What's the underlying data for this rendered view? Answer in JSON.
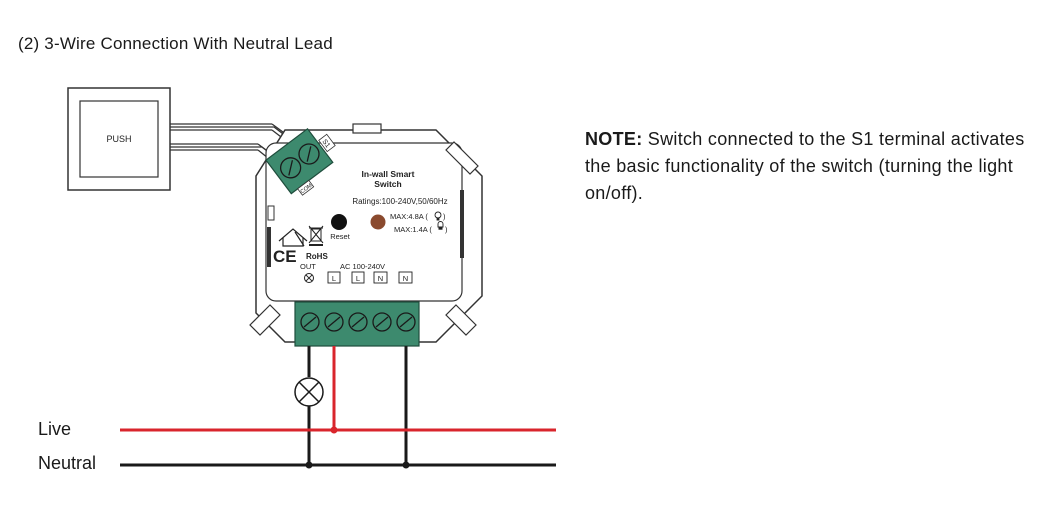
{
  "heading": "(2) 3-Wire Connection With Neutral Lead",
  "note": {
    "title": "NOTE:",
    "body": " Switch connected to the S1 terminal activates the basic functionality of the switch (turning the light on/off)."
  },
  "lines": {
    "live": "Live",
    "neutral": "Neutral"
  },
  "push_button": {
    "label": "PUSH"
  },
  "device": {
    "name_line1": "In-wall Smart",
    "name_line2": "Switch",
    "ratings": "Ratings:100-240V,50/60Hz",
    "max_lamp": "MAX:4.8A (",
    "max_led": "MAX:1.4A (",
    "reset": "Reset",
    "rohs": "RoHS",
    "ce": "CE",
    "out": "OUT",
    "ac": "AC 100-240V",
    "terminal_s1": "S1",
    "terminal_com": "COM",
    "terminals": [
      "L",
      "L",
      "N",
      "N"
    ]
  },
  "colors": {
    "live_wire": "#d9252c",
    "neutral_wire": "#1a1a1a",
    "terminal_green": "#3d8a6e",
    "reset_led": "#8a4a2e"
  }
}
